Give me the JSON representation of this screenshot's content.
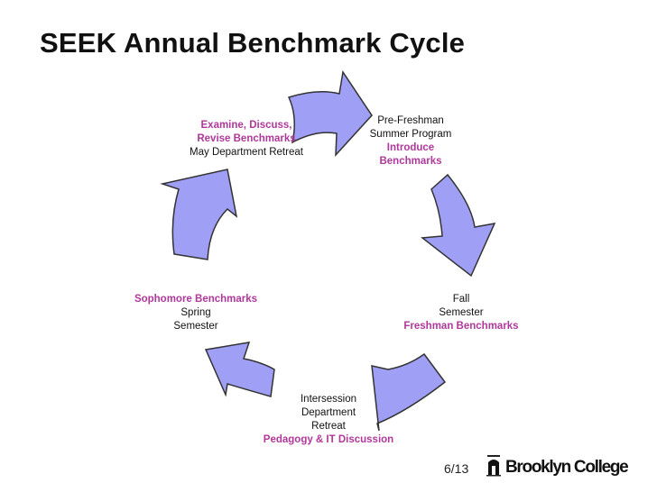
{
  "slide": {
    "title": "SEEK Annual Benchmark Cycle",
    "page_number": "6/13",
    "logo_text": "Brooklyn College"
  },
  "cycle": {
    "arrow_color": "#9e9ff5",
    "highlight_color": "#b0389a",
    "stages": [
      {
        "lines": [
          "Pre-Freshman",
          "Summer Program"
        ],
        "highlight": [
          "Introduce",
          "Benchmarks"
        ]
      },
      {
        "lines": [
          "Fall",
          "Semester"
        ],
        "highlight": [
          "Freshman Benchmarks"
        ]
      },
      {
        "lines": [
          "Intersession",
          "Department",
          "Retreat"
        ],
        "highlight": [
          "Pedagogy & IT Discussion"
        ]
      },
      {
        "highlight": [
          "Sophomore Benchmarks"
        ],
        "lines": [
          "Spring",
          "Semester"
        ]
      },
      {
        "highlight": [
          "Examine, Discuss,",
          "Revise Benchmarks"
        ],
        "lines": [
          "May Department Retreat"
        ]
      }
    ]
  }
}
